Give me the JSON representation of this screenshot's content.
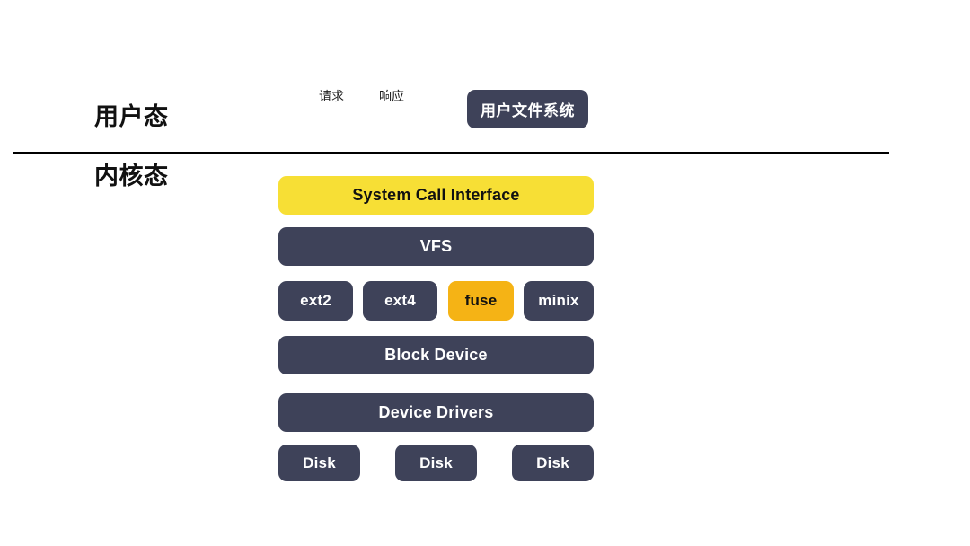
{
  "diagram": {
    "title": "Linux filesystem / FUSE architecture stack",
    "background_color": "#ffffff",
    "colors": {
      "navy": "#3e4259",
      "yellow": "#f7df35",
      "amber": "#f5b315",
      "divider": "#000000",
      "text_light": "#ffffff",
      "text_dark": "#111111"
    }
  },
  "mode_labels": {
    "user_mode": "用户态",
    "kernel_mode": "内核态"
  },
  "flow_captions": {
    "request": "请求",
    "response": "响应"
  },
  "user_space": {
    "user_filesystem": "用户文件系统"
  },
  "kernel_stack": {
    "syscall_interface": "System Call Interface",
    "vfs": "VFS",
    "block_device": "Block Device",
    "device_drivers": "Device Drivers",
    "filesystems": [
      {
        "label": "ext2",
        "highlight": false
      },
      {
        "label": "ext4",
        "highlight": false
      },
      {
        "label": "fuse",
        "highlight": true
      },
      {
        "label": "minix",
        "highlight": false
      }
    ],
    "disks": [
      {
        "label": "Disk"
      },
      {
        "label": "Disk"
      },
      {
        "label": "Disk"
      }
    ]
  }
}
